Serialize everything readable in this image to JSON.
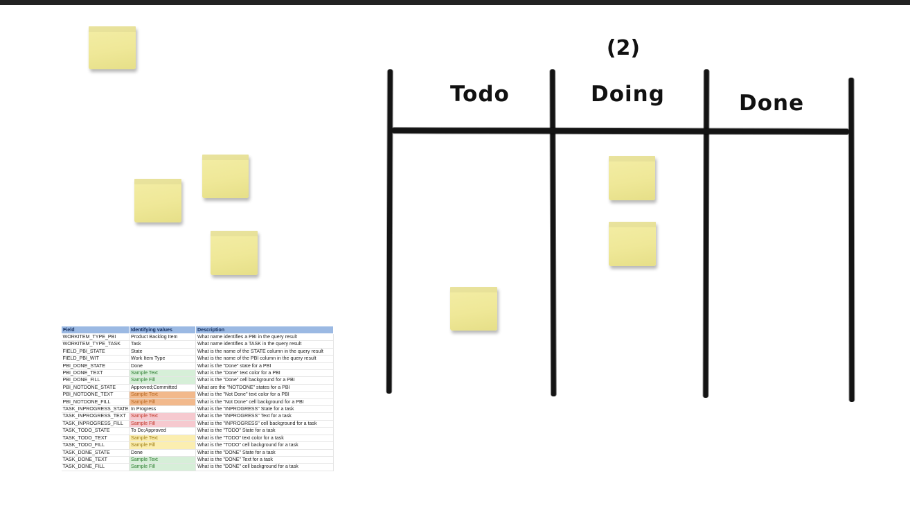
{
  "board": {
    "number_label": "(2)",
    "columns": [
      {
        "label": "Todo"
      },
      {
        "label": "Doing"
      },
      {
        "label": "Done"
      }
    ]
  },
  "sticky_notes": {
    "loose_count": 4,
    "on_board": {
      "todo": 1,
      "doing": 2,
      "done": 0
    },
    "color": "#efe898"
  },
  "config_table": {
    "headers": [
      "Field",
      "Identifying values",
      "Description"
    ],
    "header_color": "#9bb9e3",
    "rows": [
      {
        "field": "WORKITEM_TYPE_PBI",
        "value": "Product Backlog Item",
        "desc": "What name identifies a PBI in the query result",
        "fill": "",
        "text_color": ""
      },
      {
        "field": "WORKITEM_TYPE_TASK",
        "value": "Task",
        "desc": "What name identifies a TASK in the query result",
        "fill": "",
        "text_color": ""
      },
      {
        "field": "FIELD_PBI_STATE",
        "value": "State",
        "desc": "What is the name of the STATE column in the query result",
        "fill": "",
        "text_color": ""
      },
      {
        "field": "FIELD_PBI_WIT",
        "value": "Work Item Type",
        "desc": "What is the name of the PBI column in the query result",
        "fill": "",
        "text_color": ""
      },
      {
        "field": "PBI_DONE_STATE",
        "value": "Done",
        "desc": "What is the \"Done\" state for a PBI",
        "fill": "",
        "text_color": ""
      },
      {
        "field": "PBI_DONE_TEXT",
        "value": "Sample Text",
        "desc": "What is the \"Done\" text color for a PBI",
        "fill": "#d6efd8",
        "text_color": "#2e7d32"
      },
      {
        "field": "PBI_DONE_FILL",
        "value": "Sample Fill",
        "desc": "What is the \"Done\" cell background for a PBI",
        "fill": "#d6efd8",
        "text_color": "#2e7d32"
      },
      {
        "field": "PBI_NOTDONE_STATE",
        "value": "Approved;Committed",
        "desc": "What are the \"NOTDONE\" states for a PBI",
        "fill": "",
        "text_color": ""
      },
      {
        "field": "PBI_NOTDONE_TEXT",
        "value": "Sample Text",
        "desc": "What is the \"Not Done\" text color for a PBI",
        "fill": "#f2b98c",
        "text_color": "#b5651d"
      },
      {
        "field": "PBI_NOTDONE_FILL",
        "value": "Sample Fill",
        "desc": "What is the \"Not Done\" cell background for a PBI",
        "fill": "#f2b98c",
        "text_color": "#b5651d"
      },
      {
        "field": "TASK_INPROGRESS_STATE",
        "value": "In Progress",
        "desc": "What is the \"INPROGRESS\" State for a task",
        "fill": "",
        "text_color": ""
      },
      {
        "field": "TASK_INPROGRESS_TEXT",
        "value": "Sample Text",
        "desc": "What is the \"INPROGRESS\" Text for a task",
        "fill": "#f6c9cf",
        "text_color": "#c0392b"
      },
      {
        "field": "TASK_INPROGRESS_FILL",
        "value": "Sample Fill",
        "desc": "What is the \"INPROGRESS\" cell background for a task",
        "fill": "#f6c9cf",
        "text_color": "#c0392b"
      },
      {
        "field": "TASK_TODO_STATE",
        "value": "To Do;Approved",
        "desc": "What is the \"TODO\" State for a task",
        "fill": "",
        "text_color": ""
      },
      {
        "field": "TASK_TODO_TEXT",
        "value": "Sample Text",
        "desc": "What is the \"TODO\" text color for a task",
        "fill": "#fbeeb0",
        "text_color": "#9c7b12"
      },
      {
        "field": "TASK_TODO_FILL",
        "value": "Sample Fill",
        "desc": "What is the \"TODO\" cell background for a task",
        "fill": "#fbeeb0",
        "text_color": "#9c7b12"
      },
      {
        "field": "TASK_DONE_STATE",
        "value": "Done",
        "desc": "What is the \"DONE\" State for a task",
        "fill": "",
        "text_color": ""
      },
      {
        "field": "TASK_DONE_TEXT",
        "value": "Sample Text",
        "desc": "What is the \"DONE\" Text for a task",
        "fill": "#d6efd8",
        "text_color": "#2e7d32"
      },
      {
        "field": "TASK_DONE_FILL",
        "value": "Sample Fill",
        "desc": "What is the \"DONE\" cell background for a task",
        "fill": "#d6efd8",
        "text_color": "#2e7d32"
      }
    ]
  }
}
